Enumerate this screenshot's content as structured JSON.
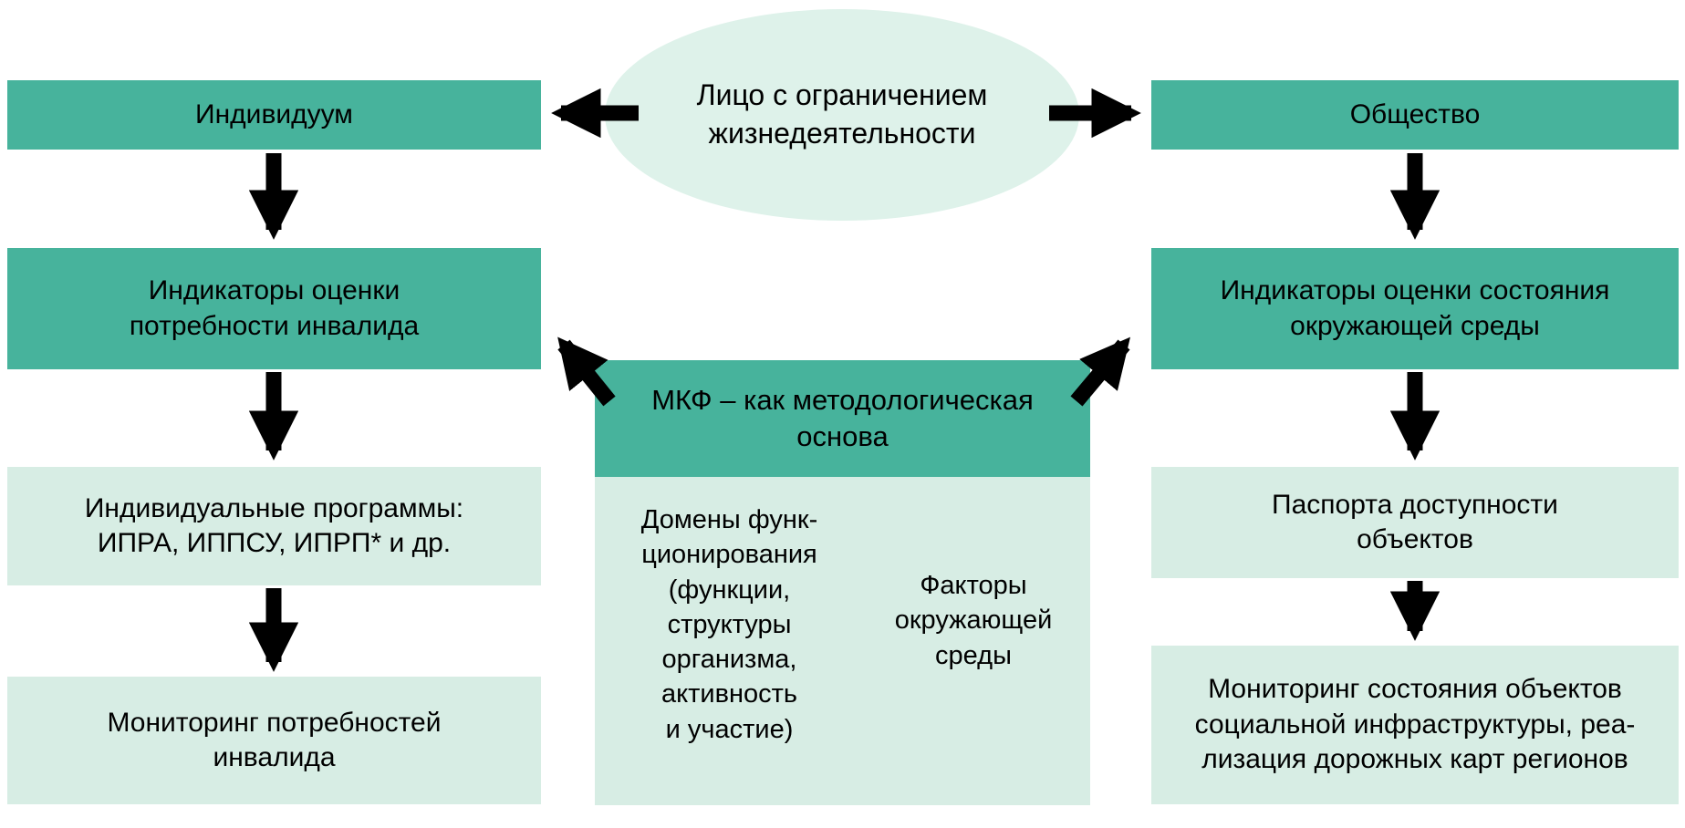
{
  "colors": {
    "node_teal": "#47b39c",
    "node_light": "#d7ede4",
    "ellipse_fill": "#def2ea",
    "arrow": "#000000",
    "text": "#000000"
  },
  "ellipse": {
    "label": "Лицо с ограничением\nжизнедеятельности"
  },
  "left_column": {
    "box1": "Индивидуум",
    "box2": "Индикаторы оценки\nпотребности инвалида",
    "box3": "Индивидуальные программы:\nИПРА, ИППСУ, ИПРП* и др.",
    "box4": "Мониторинг потребностей\nинвалида"
  },
  "right_column": {
    "box1": "Общество",
    "box2": "Индикаторы оценки состояния\nокружающей среды",
    "box3": "Паспорта доступности\nобъектов",
    "box4": "Мониторинг состояния объектов\nсоциальной инфраструктуры, реа-\nлизация дорожных карт регионов"
  },
  "center": {
    "header": "МКФ – как методологическая\nоснова",
    "left_text": "Домены функ-\nционирования\n(функции,\nструктуры\nорганизма,\nактивность\nи участие)",
    "right_text": "Факторы\nокружающей\nсреды"
  }
}
